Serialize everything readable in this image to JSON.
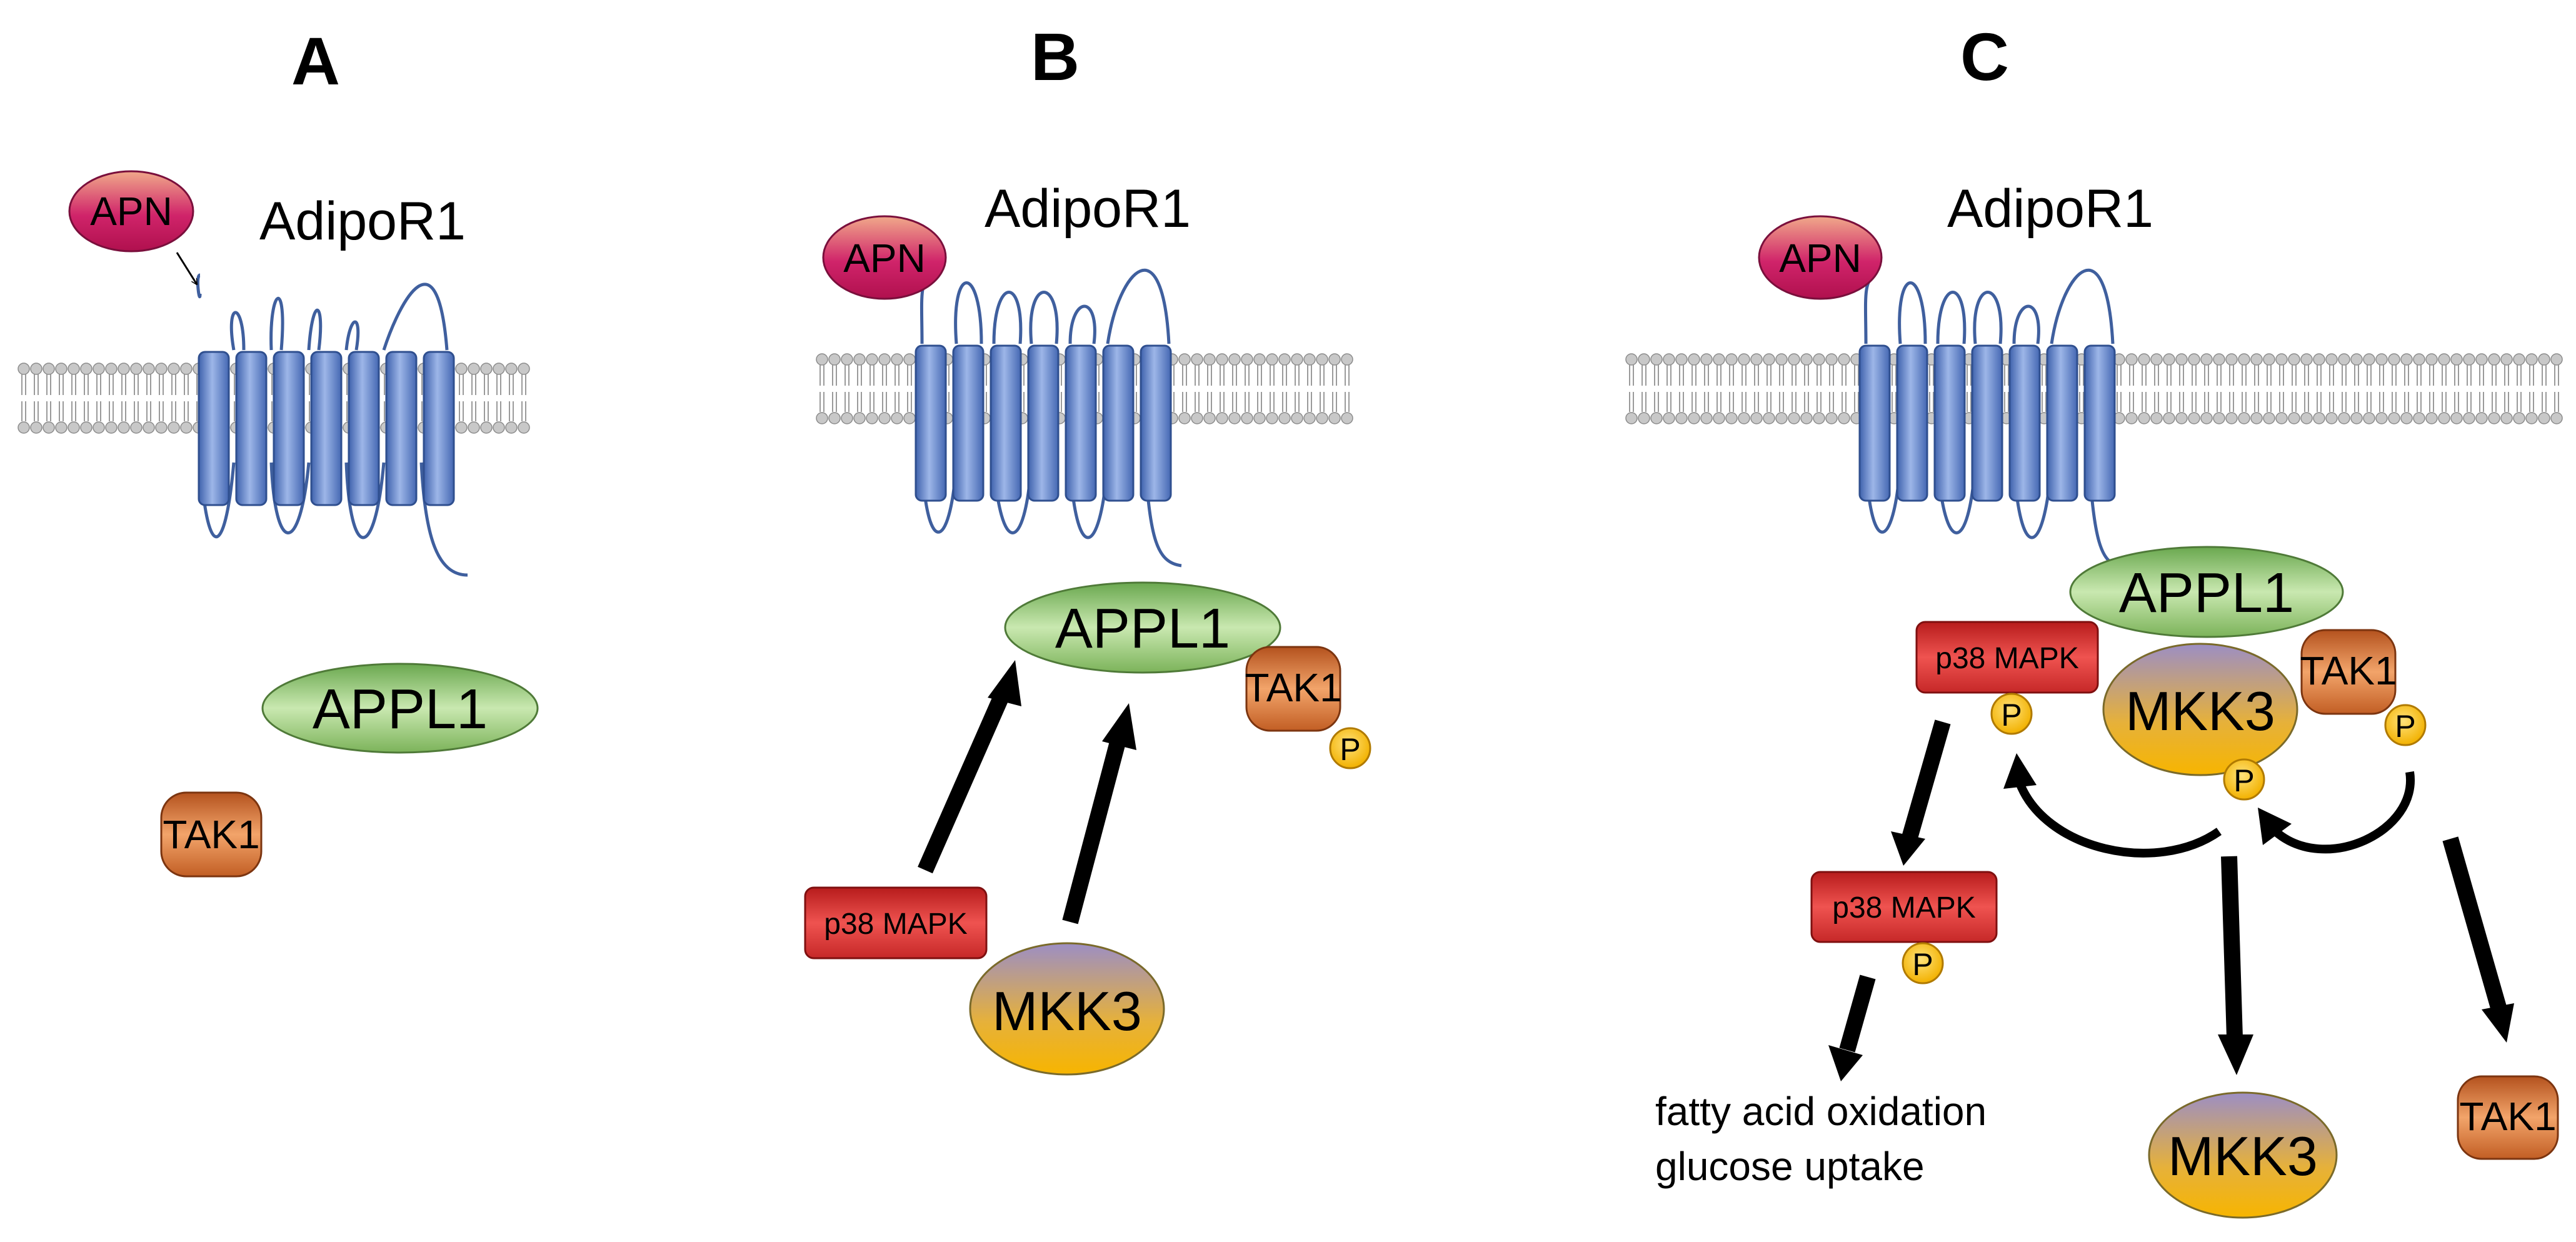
{
  "panels": [
    {
      "label": "A",
      "receptor": "AdipoR1",
      "ligand": "APN",
      "appl1": "APPL1",
      "tak1": "TAK1"
    },
    {
      "label": "B",
      "receptor": "AdipoR1",
      "ligand": "APN",
      "appl1": "APPL1",
      "tak1": "TAK1",
      "phospho": "P",
      "p38": "p38 MAPK",
      "mkk3": "MKK3"
    },
    {
      "label": "C",
      "receptor": "AdipoR1",
      "ligand": "APN",
      "appl1": "APPL1",
      "p38": "p38 MAPK",
      "mkk3": "MKK3",
      "tak1": "TAK1",
      "phospho": "P",
      "p38_released": "p38 MAPK",
      "mkk3_released": "MKK3",
      "tak1_released": "TAK1",
      "outcomes": [
        "fatty acid oxidation",
        "glucose uptake"
      ]
    }
  ],
  "colors": {
    "receptor_helix": "#5b7fc6",
    "apn": "#c2185b",
    "appl1": "#7cb35a",
    "tak1": "#c8642a",
    "p38": "#d32f2f",
    "mkk3_top": "#9b8bbd",
    "mkk3_bottom": "#f5b800",
    "phospho": "#f5c000"
  }
}
